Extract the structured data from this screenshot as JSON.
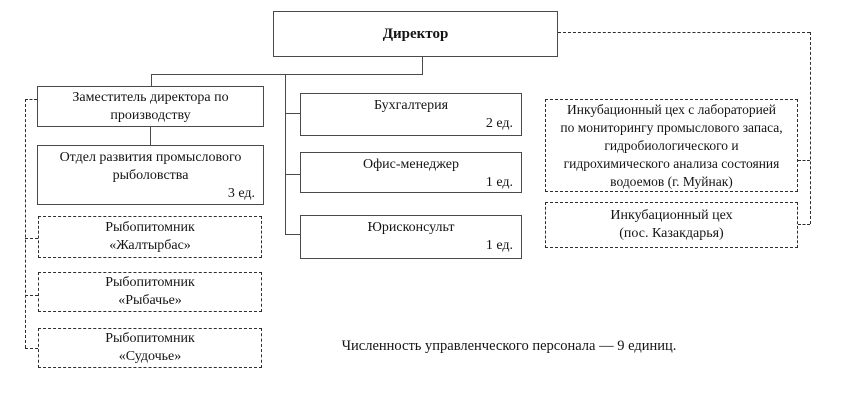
{
  "colors": {
    "background": "#ffffff",
    "solid_border": "#4a4a4a",
    "dashed_border": "#2e2e2e",
    "text": "#141414"
  },
  "boxes": {
    "director": {
      "label": "Директор"
    },
    "deputy": {
      "label": "Заместитель директора по\nпроизводству"
    },
    "fishery_dept": {
      "label": "Отдел развития промыслового\nрыболовства",
      "count": "3 ед."
    },
    "hatchery_zhaltyrbas": {
      "label": "Рыбопитомник\n«Жалтырбас»"
    },
    "hatchery_rybachye": {
      "label": "Рыбопитомник\n«Рыбачье»"
    },
    "hatchery_sudochye": {
      "label": "Рыбопитомник\n«Судочье»"
    },
    "accounting": {
      "label": "Бухгалтерия",
      "count": "2 ед."
    },
    "office_manager": {
      "label": "Офис-менеджер",
      "count": "1 ед."
    },
    "legal_counsel": {
      "label": "Юрисконсульт",
      "count": "1 ед."
    },
    "incubation_lab": {
      "label": "Инкубационный цех с лабораторией\nпо мониторингу промыслового запаса,\nгидробиологического и\nгидрохимического анализа состояния\nводоемов (г. Муйнак)"
    },
    "incubation_workshop": {
      "label": "Инкубационный цех\n(пос. Казакдарья)"
    }
  },
  "footnote": "Численность управленческого персонала — 9 единиц."
}
